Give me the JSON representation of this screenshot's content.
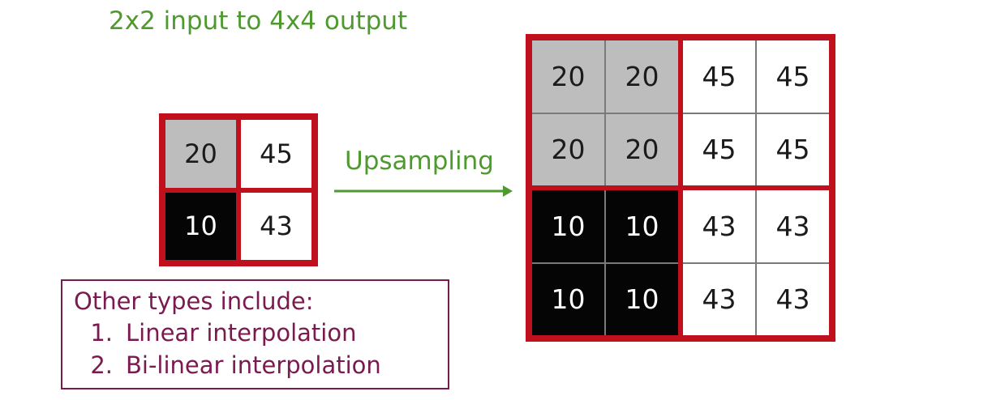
{
  "title": "2x2 input to 4x4 output",
  "input": {
    "cells": [
      {
        "value": "20",
        "color": "gray"
      },
      {
        "value": "45",
        "color": "white"
      },
      {
        "value": "10",
        "color": "black"
      },
      {
        "value": "43",
        "color": "white"
      }
    ]
  },
  "arrow_label": "Upsampling",
  "output": {
    "blocks": [
      {
        "color": "gray",
        "cells": [
          "20",
          "20",
          "20",
          "20"
        ]
      },
      {
        "color": "white",
        "cells": [
          "45",
          "45",
          "45",
          "45"
        ]
      },
      {
        "color": "black",
        "cells": [
          "10",
          "10",
          "10",
          "10"
        ]
      },
      {
        "color": "white",
        "cells": [
          "43",
          "43",
          "43",
          "43"
        ]
      }
    ]
  },
  "note": {
    "heading": "Other types include:",
    "items": [
      {
        "num": "1.",
        "text": "Linear interpolation"
      },
      {
        "num": "2.",
        "text": "Bi-linear interpolation"
      }
    ]
  },
  "colors": {
    "frame": "#c0101e",
    "title": "#4e9a2e",
    "note": "#7a1a4f"
  }
}
